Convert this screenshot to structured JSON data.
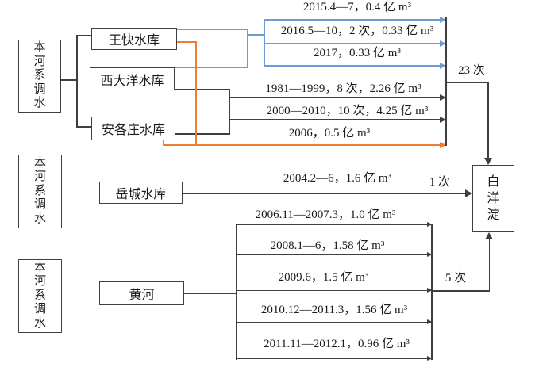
{
  "diagram": {
    "groups": [
      {
        "label": "本河系调水"
      },
      {
        "label": "本河系调水"
      },
      {
        "label": "本河系调水"
      }
    ],
    "nodes": {
      "wangkuai": "王快水库",
      "xidayang": "西大洋水库",
      "angezhuang": "安各庄水库",
      "yuecheng": "岳城水库",
      "huanghe": "黄河",
      "baiyangdian": "白洋淀"
    },
    "flows": [
      {
        "label": "2015.4—7，0.4 亿 m³",
        "color": "#6f9ad3"
      },
      {
        "label": "2016.5—10，2 次，0.33 亿 m³",
        "color": "#6f9ad3"
      },
      {
        "label": "2017，0.33 亿 m³",
        "color": "#6f9ad3"
      },
      {
        "label": "1981—1999，8 次，2.26 亿 m³",
        "color": "#3f3f3f"
      },
      {
        "label": "2000—2010，10 次，4.25 亿 m³",
        "color": "#3f3f3f"
      },
      {
        "label": "2006，0.5 亿 m³",
        "color": "#ed7d31"
      },
      {
        "label": "2004.2—6，1.6 亿 m³",
        "color": "#3f3f3f"
      },
      {
        "label": "2006.11—2007.3，1.0 亿 m³",
        "color": "#3f3f3f"
      },
      {
        "label": "2008.1—6，1.58 亿 m³",
        "color": "#3f3f3f"
      },
      {
        "label": "2009.6，1.5 亿 m³",
        "color": "#3f3f3f"
      },
      {
        "label": "2010.12—2011.3，1.56 亿 m³",
        "color": "#3f3f3f"
      },
      {
        "label": "2011.11—2012.1，0.96 亿 m³",
        "color": "#3f3f3f"
      }
    ],
    "counts": {
      "top_group": "23 次",
      "yuecheng": "1 次",
      "huanghe": "5 次"
    },
    "colors": {
      "line": "#3f3f3f",
      "blue": "#6f9ad3",
      "orange": "#ed7d31",
      "background": "#ffffff"
    }
  }
}
